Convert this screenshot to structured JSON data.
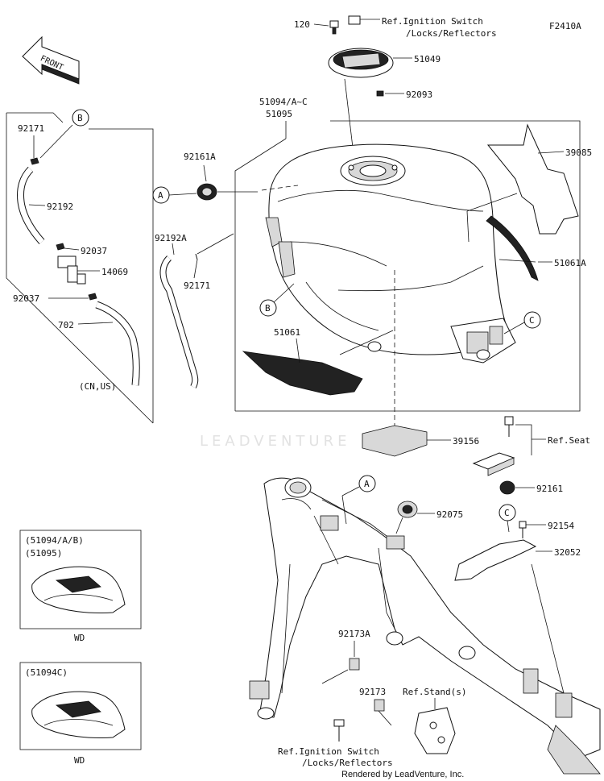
{
  "figure_code": "F2410A",
  "front_arrow": "FRONT",
  "watermark": "LEADVENTURE",
  "footer": "Rendered by LeadVenture, Inc.",
  "labels": {
    "p120": "120",
    "ref_ignition_top_1": "Ref.Ignition Switch",
    "ref_ignition_top_2": "/Locks/Reflectors",
    "p51049": "51049",
    "p92093": "92093",
    "p51094": "51094/A~C",
    "p51095": "51095",
    "p92161A": "92161A",
    "p39085": "39085",
    "p51061A": "51061A",
    "p51061": "51061",
    "p39156": "39156",
    "p92171_top": "92171",
    "p92192": "92192",
    "p92037_a": "92037",
    "p14069": "14069",
    "p92037_b": "92037",
    "p702": "702",
    "cn_us": "(CN,US)",
    "p92192A": "92192A",
    "p92171_mid": "92171",
    "ref_seat": "Ref.Seat",
    "p92161": "92161",
    "p92154": "92154",
    "p32052": "32052",
    "p92075": "92075",
    "p92173A": "92173A",
    "p92173": "92173",
    "ref_stand": "Ref.Stand(s)",
    "ref_ignition_bot_1": "Ref.Ignition Switch",
    "ref_ignition_bot_2": "/Locks/Reflectors"
  },
  "callouts": {
    "A_left": "A",
    "B_top": "B",
    "B_tank": "B",
    "C_tank": "C",
    "A_frame": "A",
    "C_mount": "C"
  },
  "insets": [
    {
      "line1": "(51094/A/B)",
      "line2": "(51095)",
      "caption": "WD"
    },
    {
      "line1": "(51094C)",
      "line2": "",
      "caption": "WD"
    }
  ]
}
